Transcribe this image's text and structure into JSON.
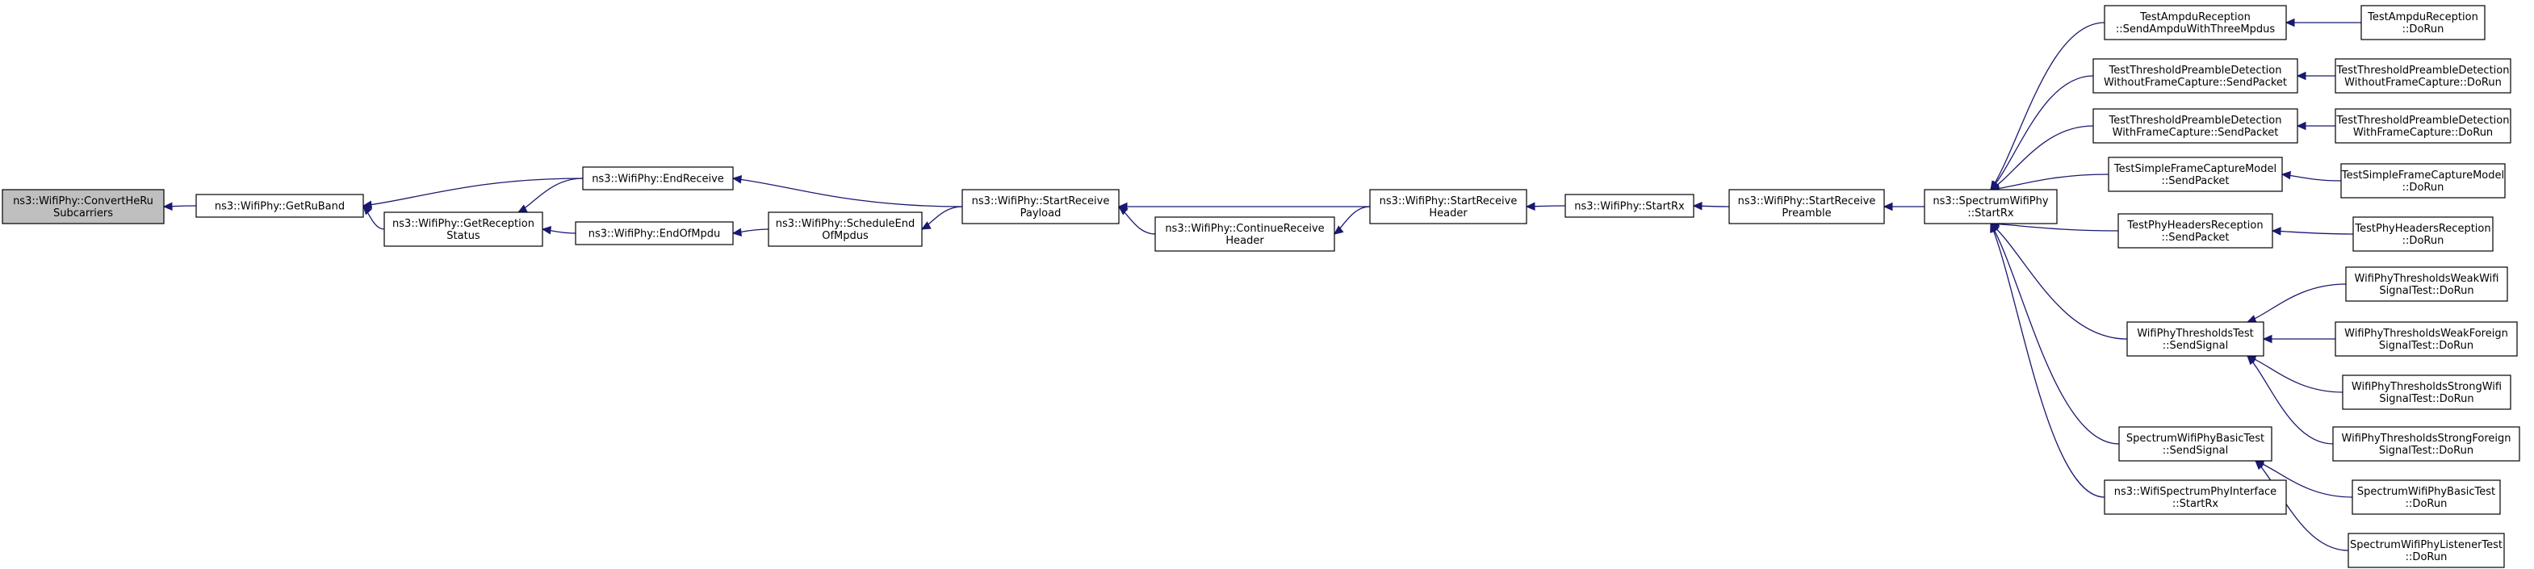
{
  "nodes": [
    {
      "id": "n0",
      "lines": [
        "ns3::WifiPhy::ConvertHeRu",
        "Subcarriers"
      ],
      "highlight": true
    },
    {
      "id": "n1",
      "lines": [
        "ns3::WifiPhy::GetRuBand"
      ]
    },
    {
      "id": "n2",
      "lines": [
        "ns3::WifiPhy::GetReception",
        "Status"
      ]
    },
    {
      "id": "n3",
      "lines": [
        "ns3::WifiPhy::EndReceive"
      ]
    },
    {
      "id": "n4",
      "lines": [
        "ns3::WifiPhy::EndOfMpdu"
      ]
    },
    {
      "id": "n5",
      "lines": [
        "ns3::WifiPhy::ScheduleEnd",
        "OfMpdus"
      ]
    },
    {
      "id": "n6",
      "lines": [
        "ns3::WifiPhy::StartReceive",
        "Payload"
      ]
    },
    {
      "id": "n7",
      "lines": [
        "ns3::WifiPhy::ContinueReceive",
        "Header"
      ]
    },
    {
      "id": "n8",
      "lines": [
        "ns3::WifiPhy::StartReceive",
        "Header"
      ]
    },
    {
      "id": "n9",
      "lines": [
        "ns3::WifiPhy::StartRx"
      ]
    },
    {
      "id": "n10",
      "lines": [
        "ns3::WifiPhy::StartReceive",
        "Preamble"
      ]
    },
    {
      "id": "n11",
      "lines": [
        "ns3::SpectrumWifiPhy",
        "::StartRx"
      ]
    },
    {
      "id": "n12",
      "lines": [
        "TestAmpduReception",
        "::SendAmpduWithThreeMpdus"
      ]
    },
    {
      "id": "n13",
      "lines": [
        "TestThresholdPreambleDetection",
        "WithoutFrameCapture::SendPacket"
      ]
    },
    {
      "id": "n14",
      "lines": [
        "TestThresholdPreambleDetection",
        "WithFrameCapture::SendPacket"
      ]
    },
    {
      "id": "n15",
      "lines": [
        "TestSimpleFrameCaptureModel",
        "::SendPacket"
      ]
    },
    {
      "id": "n16",
      "lines": [
        "TestPhyHeadersReception",
        "::SendPacket"
      ]
    },
    {
      "id": "n17",
      "lines": [
        "WifiPhyThresholdsTest",
        "::SendSignal"
      ]
    },
    {
      "id": "n18",
      "lines": [
        "SpectrumWifiPhyBasicTest",
        "::SendSignal"
      ]
    },
    {
      "id": "n19",
      "lines": [
        "ns3::WifiSpectrumPhyInterface",
        "::StartRx"
      ]
    },
    {
      "id": "n20",
      "lines": [
        "TestAmpduReception",
        "::DoRun"
      ]
    },
    {
      "id": "n21",
      "lines": [
        "TestThresholdPreambleDetection",
        "WithoutFrameCapture::DoRun"
      ]
    },
    {
      "id": "n22",
      "lines": [
        "TestThresholdPreambleDetection",
        "WithFrameCapture::DoRun"
      ]
    },
    {
      "id": "n23",
      "lines": [
        "TestSimpleFrameCaptureModel",
        "::DoRun"
      ]
    },
    {
      "id": "n24",
      "lines": [
        "TestPhyHeadersReception",
        "::DoRun"
      ]
    },
    {
      "id": "n25",
      "lines": [
        "WifiPhyThresholdsWeakWifi",
        "SignalTest::DoRun"
      ]
    },
    {
      "id": "n26",
      "lines": [
        "WifiPhyThresholdsWeakForeign",
        "SignalTest::DoRun"
      ]
    },
    {
      "id": "n27",
      "lines": [
        "WifiPhyThresholdsStrongWifi",
        "SignalTest::DoRun"
      ]
    },
    {
      "id": "n28",
      "lines": [
        "WifiPhyThresholdsStrongForeign",
        "SignalTest::DoRun"
      ]
    },
    {
      "id": "n29",
      "lines": [
        "SpectrumWifiPhyBasicTest",
        "::DoRun"
      ]
    },
    {
      "id": "n30",
      "lines": [
        "SpectrumWifiPhyListenerTest",
        "::DoRun"
      ]
    }
  ],
  "edges": [
    {
      "from": "n1",
      "to": "n0"
    },
    {
      "from": "n2",
      "to": "n1"
    },
    {
      "from": "n3",
      "to": "n1"
    },
    {
      "from": "n3",
      "to": "n2"
    },
    {
      "from": "n4",
      "to": "n2"
    },
    {
      "from": "n5",
      "to": "n4"
    },
    {
      "from": "n6",
      "to": "n3"
    },
    {
      "from": "n6",
      "to": "n5"
    },
    {
      "from": "n7",
      "to": "n6"
    },
    {
      "from": "n8",
      "to": "n6"
    },
    {
      "from": "n8",
      "to": "n7"
    },
    {
      "from": "n9",
      "to": "n8"
    },
    {
      "from": "n10",
      "to": "n9"
    },
    {
      "from": "n11",
      "to": "n10"
    },
    {
      "from": "n12",
      "to": "n11"
    },
    {
      "from": "n13",
      "to": "n11"
    },
    {
      "from": "n14",
      "to": "n11"
    },
    {
      "from": "n15",
      "to": "n11"
    },
    {
      "from": "n16",
      "to": "n11"
    },
    {
      "from": "n17",
      "to": "n11"
    },
    {
      "from": "n18",
      "to": "n11"
    },
    {
      "from": "n19",
      "to": "n11"
    },
    {
      "from": "n20",
      "to": "n12"
    },
    {
      "from": "n21",
      "to": "n13"
    },
    {
      "from": "n22",
      "to": "n14"
    },
    {
      "from": "n23",
      "to": "n15"
    },
    {
      "from": "n24",
      "to": "n16"
    },
    {
      "from": "n25",
      "to": "n17"
    },
    {
      "from": "n26",
      "to": "n17"
    },
    {
      "from": "n27",
      "to": "n17"
    },
    {
      "from": "n28",
      "to": "n17"
    },
    {
      "from": "n29",
      "to": "n18"
    },
    {
      "from": "n30",
      "to": "n18"
    }
  ],
  "colors": {
    "edge": "#191970",
    "highlight_fill": "#bfbfbf",
    "node_fill": "#ffffff",
    "border": "#000000"
  }
}
